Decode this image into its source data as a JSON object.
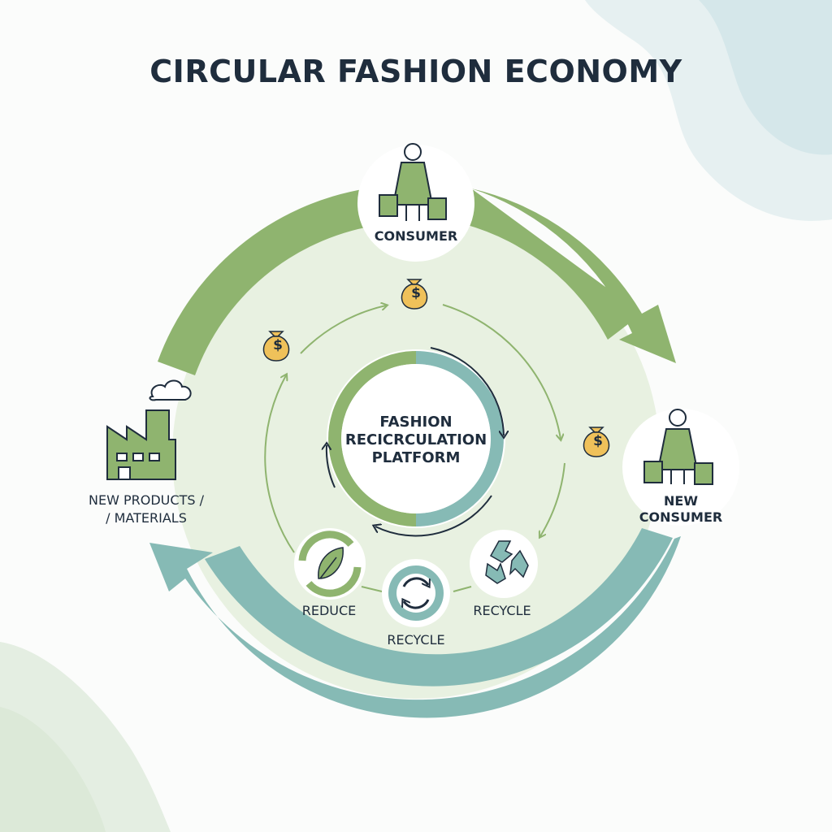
{
  "title": "CIRCULAR FASHION ECONOMY",
  "center": {
    "line1": "FASHION",
    "line2": "RECICRCULATION",
    "line3": "PLATFORM"
  },
  "nodes": {
    "consumer": "CONSUMER",
    "new_consumer_line1": "NEW",
    "new_consumer_line2": "CONSUMER",
    "new_products_line1": "NEW PRODUCTS /",
    "new_products_line2": "/ MATERIALS",
    "reduce": "REDUCE",
    "recycle_bottom": "RECYCLE",
    "recycle_right": "RECYCLE"
  },
  "money_symbol": "$",
  "icons": [
    "person-with-bags-icon",
    "factory-icon",
    "money-bag-icon",
    "leaf-icon",
    "refresh-icon",
    "recycle-icon"
  ],
  "colors": {
    "green": "#8fb46f",
    "teal": "#86bab5",
    "light_green": "#e8f1e1",
    "gold": "#efc15a",
    "dark_text": "#1f2d3d"
  }
}
